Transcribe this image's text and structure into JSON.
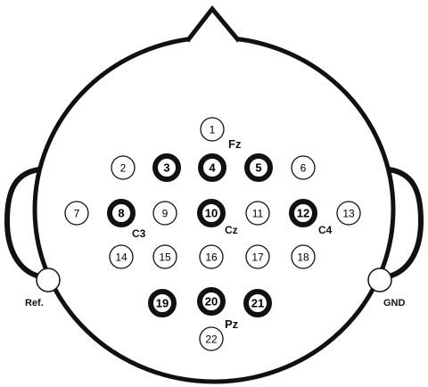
{
  "electrodes": [
    {
      "label": "1",
      "active": false
    },
    {
      "label": "2",
      "active": false
    },
    {
      "label": "3",
      "active": true
    },
    {
      "label": "4",
      "active": true
    },
    {
      "label": "5",
      "active": true
    },
    {
      "label": "6",
      "active": false
    },
    {
      "label": "7",
      "active": false
    },
    {
      "label": "8",
      "active": true
    },
    {
      "label": "9",
      "active": false
    },
    {
      "label": "10",
      "active": true
    },
    {
      "label": "11",
      "active": false
    },
    {
      "label": "12",
      "active": true
    },
    {
      "label": "13",
      "active": false
    },
    {
      "label": "14",
      "active": false
    },
    {
      "label": "15",
      "active": false
    },
    {
      "label": "16",
      "active": false
    },
    {
      "label": "17",
      "active": false
    },
    {
      "label": "18",
      "active": false
    },
    {
      "label": "19",
      "active": true
    },
    {
      "label": "20",
      "active": true
    },
    {
      "label": "21",
      "active": true
    },
    {
      "label": "22",
      "active": false
    }
  ],
  "site_labels": {
    "fz": "Fz",
    "c3": "C3",
    "cz": "Cz",
    "c4": "C4",
    "pz": "Pz"
  },
  "reference_labels": {
    "ref": "Ref.",
    "gnd": "GND"
  },
  "colors": {
    "stroke": "#111111",
    "background": "#ffffff"
  }
}
